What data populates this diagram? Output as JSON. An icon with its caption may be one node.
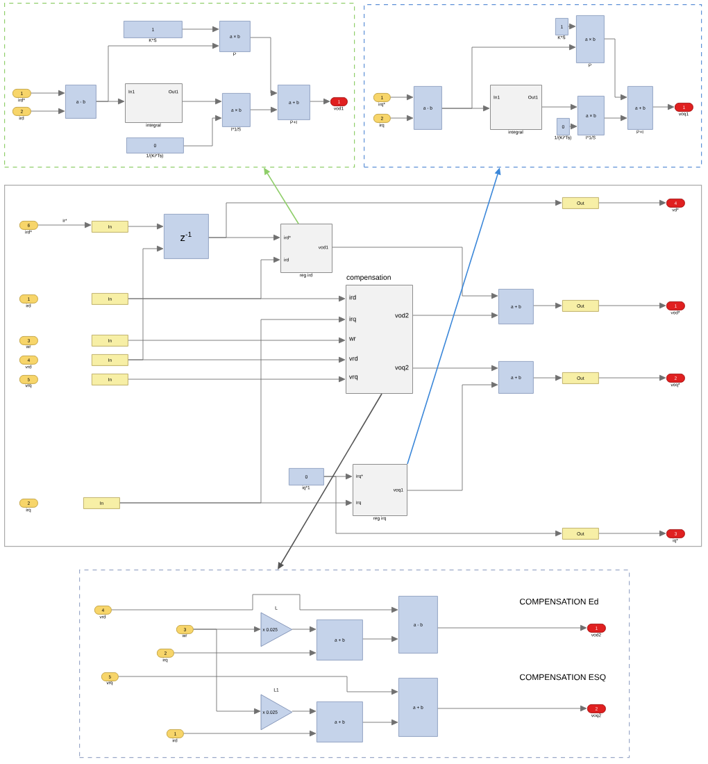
{
  "diagram": {
    "nodes": [
      {
        "text": [],
        "shape": "box"
      },
      {
        "text": [
          "1"
        ],
        "in": 0,
        "beside": [
          "ird*"
        ]
      },
      {
        "text": [
          "2"
        ],
        "in": 0,
        "beside": [
          "ird"
        ]
      },
      {
        "text": [
          "a - b"
        ],
        "in": 0
      },
      {
        "text": [
          "1"
        ],
        "in": 0,
        "beside": [
          "K*S"
        ]
      },
      {
        "text": [
          "a × b"
        ],
        "in": 0,
        "beside": [
          "P"
        ]
      },
      {
        "text": [
          "In1",
          "Out1"
        ],
        "in": 0,
        "beside": [
          "integral"
        ]
      },
      {
        "text": [
          "0"
        ],
        "in": 0,
        "beside": [
          "1/(Ki*Ts)"
        ]
      },
      {
        "text": [
          "a × b"
        ],
        "in": 0,
        "beside": [
          "I*1/S"
        ]
      },
      {
        "text": [
          "a + b"
        ],
        "in": 0,
        "beside": [
          "P+I"
        ]
      },
      {
        "text": [
          "1"
        ],
        "in": 0,
        "beside": [
          "vod1"
        ]
      },
      {
        "text": [],
        "shape": "box"
      },
      {
        "text": [
          "1"
        ],
        "in": 11,
        "beside": [
          "irq*"
        ]
      },
      {
        "text": [
          "2"
        ],
        "in": 11,
        "beside": [
          "irq"
        ]
      },
      {
        "text": [
          "a - b"
        ],
        "in": 11
      },
      {
        "text": [
          "1"
        ],
        "in": 11,
        "beside": [
          "K*S"
        ]
      },
      {
        "text": [
          "a × b"
        ],
        "in": 11,
        "beside": [
          "P"
        ]
      },
      {
        "text": [
          "In1",
          "Out1"
        ],
        "in": 11,
        "beside": [
          "integral"
        ]
      },
      {
        "text": [
          "0"
        ],
        "in": 11,
        "beside": [
          "1/(Ki*Ts)"
        ]
      },
      {
        "text": [
          "a × b"
        ],
        "in": 11,
        "beside": [
          "I*1/S"
        ]
      },
      {
        "text": [
          "a + b"
        ],
        "in": 11,
        "beside": [
          "P+I"
        ]
      },
      {
        "text": [
          "1"
        ],
        "in": 11,
        "beside": [
          "voq1"
        ]
      },
      {
        "text": [],
        "shape": "box"
      },
      {
        "text": [
          "6"
        ],
        "in": 22,
        "beside": [
          "ird*"
        ]
      },
      {
        "text": [
          "In"
        ],
        "in": 22
      },
      {
        "text": [
          "z$^{-1}$"
        ],
        "in": 22
      },
      {
        "text": [
          "ird*",
          "ird",
          "vod1"
        ],
        "in": 22,
        "beside": [
          "reg ird"
        ]
      },
      {
        "text": [
          "1"
        ],
        "in": 22,
        "beside": [
          "ird"
        ]
      },
      {
        "text": [
          "In"
        ],
        "in": 22
      },
      {
        "text": [
          "3"
        ],
        "in": 22,
        "beside": [
          "wr"
        ]
      },
      {
        "text": [
          "In"
        ],
        "in": 22
      },
      {
        "text": [
          "4"
        ],
        "in": 22,
        "beside": [
          "vrd"
        ]
      },
      {
        "text": [
          "In"
        ],
        "in": 22
      },
      {
        "text": [
          "5"
        ],
        "in": 22,
        "beside": [
          "vrq"
        ]
      },
      {
        "text": [
          "In"
        ],
        "in": 22
      },
      {
        "text": [
          "2"
        ],
        "in": 22,
        "beside": [
          "irq"
        ]
      },
      {
        "text": [
          "In"
        ],
        "in": 22
      },
      {
        "text": [
          "compensation",
          "ird",
          "irq",
          "wr",
          "vrd",
          "vrq",
          "vod2",
          "voq2"
        ],
        "in": 22
      },
      {
        "text": [
          "a + b"
        ],
        "in": 22
      },
      {
        "text": [
          "Out"
        ],
        "in": 22
      },
      {
        "text": [
          "4"
        ],
        "in": 22,
        "beside": [
          "vd*"
        ]
      },
      {
        "text": [
          "Out"
        ],
        "in": 22
      },
      {
        "text": [
          "1"
        ],
        "in": 22,
        "beside": [
          "vod*"
        ]
      },
      {
        "text": [
          "a + b"
        ],
        "in": 22
      },
      {
        "text": [
          "Out"
        ],
        "in": 22
      },
      {
        "text": [
          "2"
        ],
        "in": 22,
        "beside": [
          "voq*"
        ]
      },
      {
        "text": [
          "0"
        ],
        "in": 22,
        "beside": [
          "iq*1"
        ]
      },
      {
        "text": [
          "irq*",
          "irq",
          "voq1"
        ],
        "in": 22,
        "beside": [
          "reg irq"
        ]
      },
      {
        "text": [
          "Out"
        ],
        "in": 22
      },
      {
        "text": [
          "3"
        ],
        "in": 22,
        "beside": [
          "iq*"
        ]
      },
      {
        "text": [],
        "shape": "box"
      },
      {
        "text": [
          "4"
        ],
        "in": 50,
        "beside": [
          "vrd"
        ]
      },
      {
        "text": [
          "3"
        ],
        "in": 50,
        "beside": [
          "wr"
        ]
      },
      {
        "text": [
          "2"
        ],
        "in": 50,
        "beside": [
          "irq"
        ]
      },
      {
        "text": [
          "5"
        ],
        "in": 50,
        "beside": [
          "vrq"
        ]
      },
      {
        "text": [
          "1"
        ],
        "in": 50,
        "beside": [
          "ird"
        ]
      },
      {
        "text": [
          "x 0.025"
        ],
        "in": 50,
        "beside": [
          "L"
        ]
      },
      {
        "text": [
          "a + b"
        ],
        "in": 50
      },
      {
        "text": [
          "a - b"
        ],
        "in": 50
      },
      {
        "text": [
          "1"
        ],
        "in": 50,
        "beside": [
          "vod2"
        ]
      },
      {
        "text": [
          "x 0.025"
        ],
        "in": 50,
        "beside": [
          "L1"
        ]
      },
      {
        "text": [
          "a + b"
        ],
        "in": 50
      },
      {
        "text": [
          "a + b"
        ],
        "in": 50
      },
      {
        "text": [
          "2"
        ],
        "in": 50,
        "beside": [
          "voq2"
        ]
      }
    ],
    "edges": [
      {
        "from": 1,
        "to": 3,
        "arrow": "to"
      },
      {
        "from": 2,
        "to": 3,
        "arrow": "to"
      },
      {
        "from": 3,
        "to": 6,
        "arrow": "to"
      },
      {
        "from": 3,
        "to": 5,
        "arrow": "to"
      },
      {
        "from": 4,
        "to": 5,
        "arrow": "to"
      },
      {
        "from": 6,
        "to": 8,
        "arrow": "to"
      },
      {
        "from": 7,
        "to": 8,
        "arrow": "to"
      },
      {
        "from": 5,
        "to": 9,
        "arrow": "to"
      },
      {
        "from": 8,
        "to": 9,
        "arrow": "to"
      },
      {
        "from": 9,
        "to": 10,
        "arrow": "to"
      },
      {
        "from": 12,
        "to": 14,
        "arrow": "to"
      },
      {
        "from": 13,
        "to": 14,
        "arrow": "to"
      },
      {
        "from": 14,
        "to": 17,
        "arrow": "to"
      },
      {
        "from": 14,
        "to": 16,
        "arrow": "to"
      },
      {
        "from": 15,
        "to": 16,
        "arrow": "to"
      },
      {
        "from": 17,
        "to": 19,
        "arrow": "to"
      },
      {
        "from": 18,
        "to": 19,
        "arrow": "to"
      },
      {
        "from": 16,
        "to": 20,
        "arrow": "to"
      },
      {
        "from": 19,
        "to": 20,
        "arrow": "to"
      },
      {
        "from": 20,
        "to": 21,
        "arrow": "to"
      },
      {
        "from": 23,
        "to": 24,
        "arrow": "to",
        "label": "ir*"
      },
      {
        "from": 24,
        "to": 25,
        "arrow": "to"
      },
      {
        "from": 25,
        "to": 26,
        "arrow": "to"
      },
      {
        "from": 25,
        "to": 39,
        "arrow": "to"
      },
      {
        "from": 26,
        "to": 38,
        "arrow": "to"
      },
      {
        "from": 28,
        "to": 26,
        "arrow": "to"
      },
      {
        "from": 28,
        "to": 37,
        "arrow": "to"
      },
      {
        "from": 30,
        "to": 37,
        "arrow": "to"
      },
      {
        "from": 32,
        "to": 37,
        "arrow": "to"
      },
      {
        "from": 32,
        "to": 25,
        "arrow": "to"
      },
      {
        "from": 34,
        "to": 37,
        "arrow": "to"
      },
      {
        "from": 36,
        "to": 37,
        "arrow": "to"
      },
      {
        "from": 36,
        "to": 47,
        "arrow": "to"
      },
      {
        "from": 37,
        "to": 38,
        "arrow": "to"
      },
      {
        "from": 38,
        "to": 41,
        "arrow": "to"
      },
      {
        "from": 41,
        "to": 42,
        "arrow": "to"
      },
      {
        "from": 37,
        "to": 43,
        "arrow": "to"
      },
      {
        "from": 47,
        "to": 43,
        "arrow": "to"
      },
      {
        "from": 43,
        "to": 44,
        "arrow": "to"
      },
      {
        "from": 44,
        "to": 45,
        "arrow": "to"
      },
      {
        "from": 46,
        "to": 47,
        "arrow": "to"
      },
      {
        "from": 46,
        "to": 48,
        "arrow": "to"
      },
      {
        "from": 48,
        "to": 49,
        "arrow": "to"
      },
      {
        "from": 39,
        "to": 40,
        "arrow": "to"
      },
      {
        "from": 26,
        "to": 0,
        "arrow": "to",
        "color": "#8fce6a"
      },
      {
        "from": 47,
        "to": 11,
        "arrow": "to",
        "color": "#3b87d9"
      },
      {
        "from": 37,
        "to": 50,
        "arrow": "to",
        "color": "#555555"
      },
      {
        "from": 51,
        "to": 58,
        "arrow": "to"
      },
      {
        "from": 52,
        "to": 56,
        "arrow": "to"
      },
      {
        "from": 52,
        "to": 60,
        "arrow": "to"
      },
      {
        "from": 56,
        "to": 57,
        "arrow": "to"
      },
      {
        "from": 53,
        "to": 57,
        "arrow": "to"
      },
      {
        "from": 57,
        "to": 58,
        "arrow": "to"
      },
      {
        "from": 58,
        "to": 59,
        "arrow": "to"
      },
      {
        "from": 54,
        "to": 62,
        "arrow": "to"
      },
      {
        "from": 60,
        "to": 61,
        "arrow": "to"
      },
      {
        "from": 55,
        "to": 61,
        "arrow": "to"
      },
      {
        "from": 61,
        "to": 62,
        "arrow": "to"
      },
      {
        "from": 62,
        "to": 63,
        "arrow": "to"
      }
    ],
    "labels": [
      "COMPENSATION Ed",
      "COMPENSATION ESQ"
    ]
  }
}
